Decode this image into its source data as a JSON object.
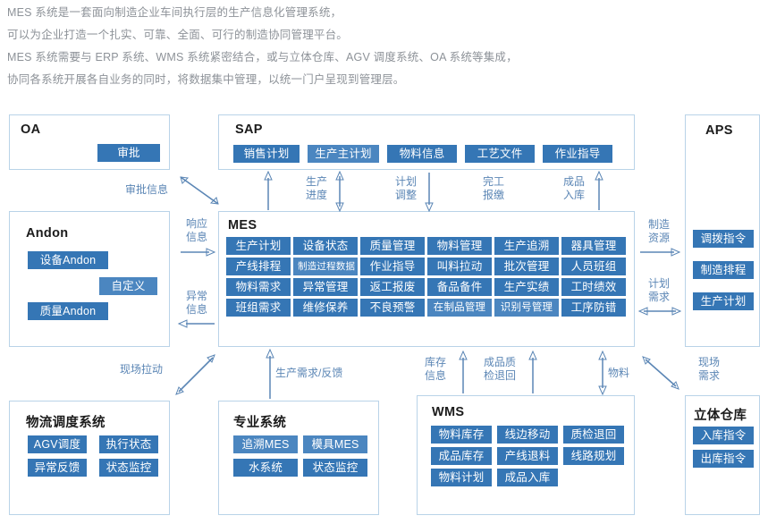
{
  "intro": {
    "lines": [
      "MES 系统是一套面向制造企业车间执行层的生产信息化管理系统，",
      "可以为企业打造一个扎实、可靠、全面、可行的制造协同管理平台。",
      "MES 系统需要与 ERP 系统、WMS 系统紧密结合，或与立体仓库、AGV 调度系统、OA 系统等集成，",
      "协同各系统开展各自业务的同时，将数据集中管理，以统一门户呈现到管理层。"
    ]
  },
  "colors": {
    "tag_blue": "#3576b5",
    "tag_blue_lite": "#4b86c0",
    "box_border": "#b9d3e8",
    "label_blue": "#5b86b5",
    "intro_gray": "#8d9298"
  },
  "boxes": {
    "oa": {
      "title": "OA",
      "tags": [
        "审批"
      ]
    },
    "sap": {
      "title": "SAP",
      "tags": [
        "销售计划",
        "生产主计划",
        "物料信息",
        "工艺文件",
        "作业指导"
      ]
    },
    "aps": {
      "title": "APS",
      "tags": [
        "调拨指令",
        "制造排程",
        "生产计划"
      ]
    },
    "andon": {
      "title": "Andon",
      "tags": [
        "设备Andon",
        "自定义",
        "质量Andon"
      ]
    },
    "mes": {
      "title": "MES",
      "rows": [
        [
          "生产计划",
          "设备状态",
          "质量管理",
          "物料管理",
          "生产追溯",
          "器具管理"
        ],
        [
          "产线排程",
          "制造过程数据",
          "作业指导",
          "叫料拉动",
          "批次管理",
          "人员班组"
        ],
        [
          "物料需求",
          "异常管理",
          "返工报废",
          "备品备件",
          "生产实绩",
          "工时绩效"
        ],
        [
          "班组需求",
          "维修保养",
          "不良预警",
          "在制品管理",
          "识别号管理",
          "工序防错"
        ]
      ]
    },
    "logistics": {
      "title": "物流调度系统",
      "rows": [
        [
          "AGV调度",
          "执行状态"
        ],
        [
          "异常反馈",
          "状态监控"
        ]
      ]
    },
    "专业系统": {
      "title": "专业系统",
      "rows": [
        [
          "追溯MES",
          "模具MES"
        ],
        [
          "水系统",
          "状态监控"
        ]
      ]
    },
    "wms": {
      "title": "WMS",
      "rows": [
        [
          "物料库存",
          "线边移动",
          "质检退回"
        ],
        [
          "成品库存",
          "产线退料",
          "线路规划"
        ],
        [
          "物料计划",
          "成品入库"
        ]
      ]
    },
    "warehouse": {
      "title": "立体仓库",
      "rows": [
        [
          "入库指令"
        ],
        [
          "出库指令"
        ]
      ]
    }
  },
  "connectors": {
    "approval_info": "审批信息",
    "response_info_1": "响应",
    "response_info_2": "信息",
    "exception_info_1": "异常",
    "exception_info_2": "信息",
    "prod_progress_1": "生产",
    "prod_progress_2": "进度",
    "plan_adjust_1": "计划",
    "plan_adjust_2": "调整",
    "finish_report_1": "完工",
    "finish_report_2": "报缴",
    "finished_in_1": "成品",
    "finished_in_2": "入库",
    "manu_resource_1": "制造",
    "manu_resource_2": "资源",
    "plan_demand_1": "计划",
    "plan_demand_2": "需求",
    "site_pull": "现场拉动",
    "prod_demand_feedback": "生产需求/反馈",
    "stock_info_1": "库存",
    "stock_info_2": "信息",
    "qc_return_1": "成品质",
    "qc_return_2": "检退回",
    "material": "物料",
    "site_demand_1": "现场",
    "site_demand_2": "需求"
  }
}
